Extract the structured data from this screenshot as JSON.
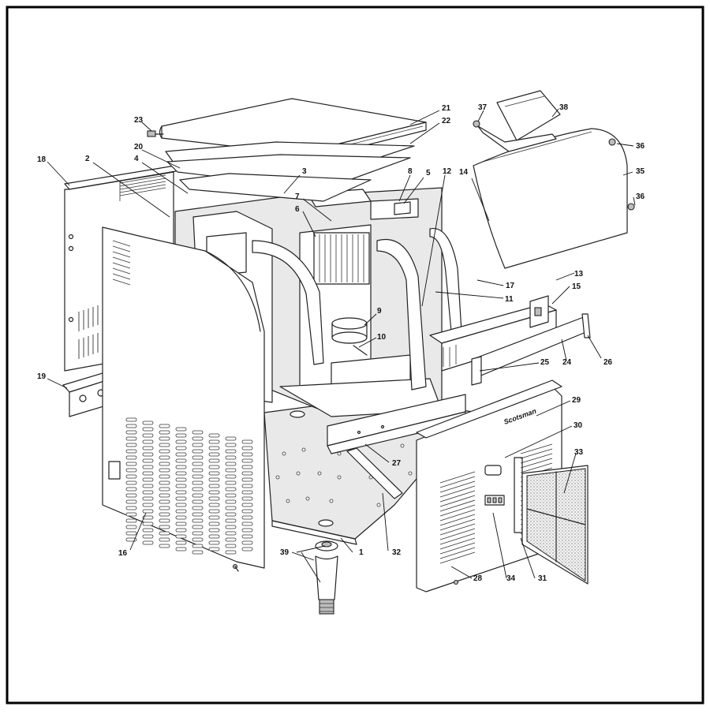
{
  "diagram": {
    "brand_text": "Scotsman",
    "callouts": [
      {
        "id": "c1",
        "text": "1"
      },
      {
        "id": "c2",
        "text": "2"
      },
      {
        "id": "c3",
        "text": "3"
      },
      {
        "id": "c4",
        "text": "4"
      },
      {
        "id": "c5",
        "text": "5"
      },
      {
        "id": "c6",
        "text": "6"
      },
      {
        "id": "c7",
        "text": "7"
      },
      {
        "id": "c8",
        "text": "8"
      },
      {
        "id": "c9",
        "text": "9"
      },
      {
        "id": "c10",
        "text": "10"
      },
      {
        "id": "c11",
        "text": "11"
      },
      {
        "id": "c12",
        "text": "12"
      },
      {
        "id": "c13",
        "text": "13"
      },
      {
        "id": "c14",
        "text": "14"
      },
      {
        "id": "c15",
        "text": "15"
      },
      {
        "id": "c16",
        "text": "16"
      },
      {
        "id": "c17",
        "text": "17"
      },
      {
        "id": "c18",
        "text": "18"
      },
      {
        "id": "c19",
        "text": "19"
      },
      {
        "id": "c20",
        "text": "20"
      },
      {
        "id": "c21",
        "text": "21"
      },
      {
        "id": "c22",
        "text": "22"
      },
      {
        "id": "c23",
        "text": "23"
      },
      {
        "id": "c24",
        "text": "24"
      },
      {
        "id": "c25",
        "text": "25"
      },
      {
        "id": "c26",
        "text": "26"
      },
      {
        "id": "c27",
        "text": "27"
      },
      {
        "id": "c28",
        "text": "28"
      },
      {
        "id": "c29",
        "text": "29"
      },
      {
        "id": "c30",
        "text": "30"
      },
      {
        "id": "c31",
        "text": "31"
      },
      {
        "id": "c32",
        "text": "32"
      },
      {
        "id": "c33",
        "text": "33"
      },
      {
        "id": "c34",
        "text": "34"
      },
      {
        "id": "c35",
        "text": "35"
      },
      {
        "id": "c36a",
        "text": "36"
      },
      {
        "id": "c36b",
        "text": "36"
      },
      {
        "id": "c37",
        "text": "37"
      },
      {
        "id": "c38",
        "text": "38"
      },
      {
        "id": "c39",
        "text": "39"
      }
    ]
  }
}
